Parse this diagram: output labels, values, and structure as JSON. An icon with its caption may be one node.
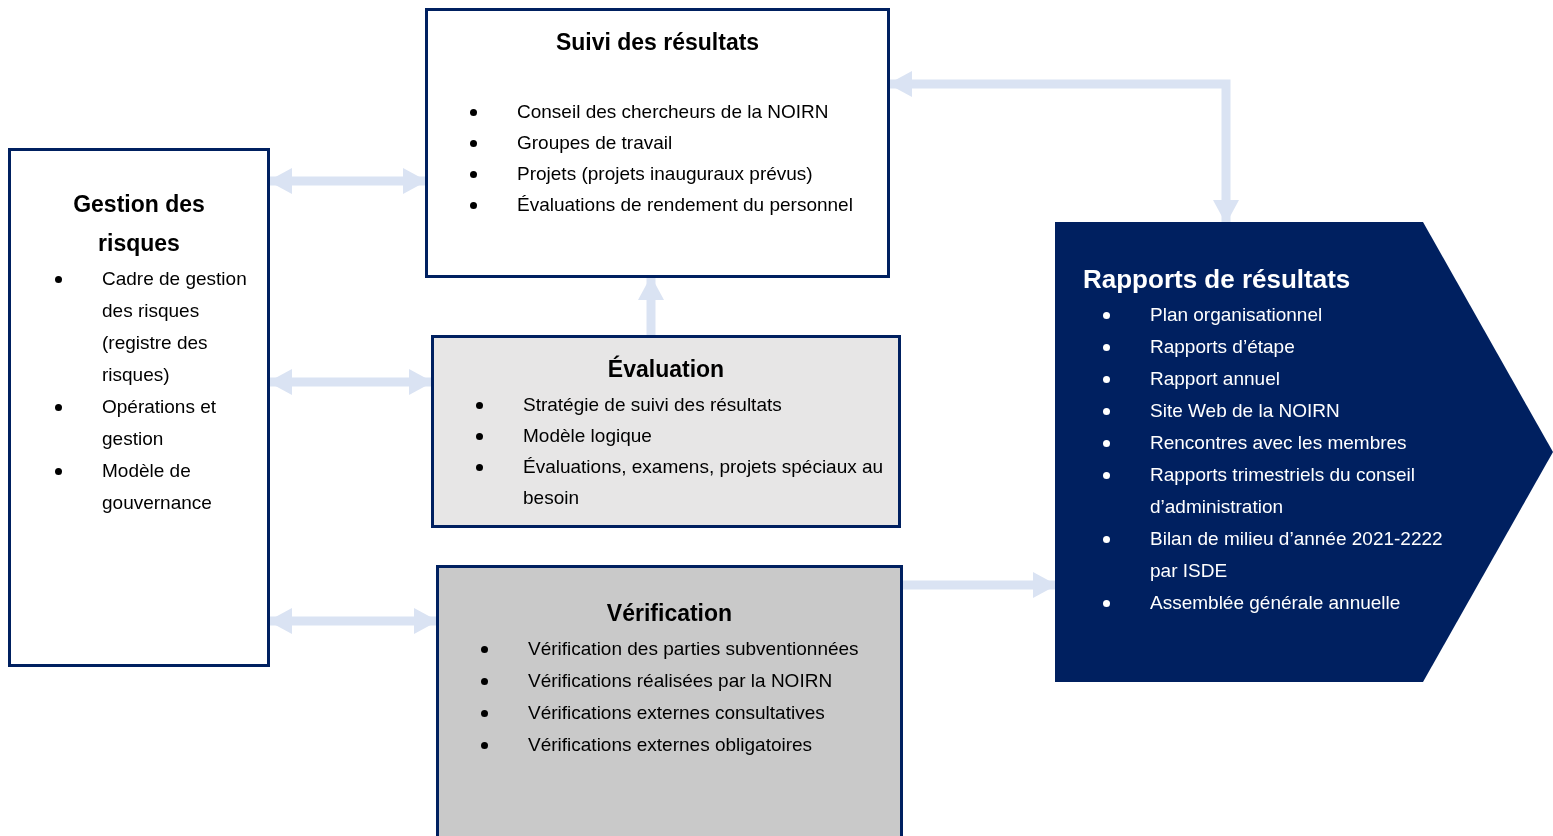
{
  "diagram": {
    "nodes": [
      {
        "text": [
          "Gestion des risques",
          "Cadre de gestion des risques (registre des risques)",
          "Opérations et gestion",
          "Modèle de gouvernance"
        ]
      },
      {
        "text": [
          "Suivi des résultats",
          "Conseil des chercheurs de la NOIRN",
          "Groupes de travail",
          "Projets (projets inauguraux prévus)",
          "Évaluations de rendement du personnel"
        ]
      },
      {
        "text": [
          "Évaluation",
          "Stratégie de suivi des résultats",
          "Modèle logique",
          "Évaluations, examens, projets spéciaux au besoin"
        ]
      },
      {
        "text": [
          "Vérification",
          "Vérification des parties subventionnées",
          "Vérifications réalisées par la NOIRN",
          "Vérifications externes consultatives",
          "Vérifications externes obligatoires"
        ]
      },
      {
        "text": [
          "Rapports de résultats",
          "Plan organisationnel",
          "Rapports d’étape",
          "Rapport annuel",
          "Site Web de la NOIRN",
          "Rencontres avec les membres",
          "Rapports trimestriels du conseil d’administration",
          "Bilan de milieu d’année 2021-2222 par ISDE",
          "Assemblée générale annuelle"
        ]
      }
    ],
    "edges": [
      {
        "from": 0,
        "to": 1,
        "arrow": "both"
      },
      {
        "from": 0,
        "to": 2,
        "arrow": "both"
      },
      {
        "from": 0,
        "to": 3,
        "arrow": "both"
      },
      {
        "from": 2,
        "to": 1,
        "arrow": "to"
      },
      {
        "from": 1,
        "to": 4,
        "arrow": "both"
      },
      {
        "from": 3,
        "to": 4,
        "arrow": "to"
      }
    ]
  }
}
